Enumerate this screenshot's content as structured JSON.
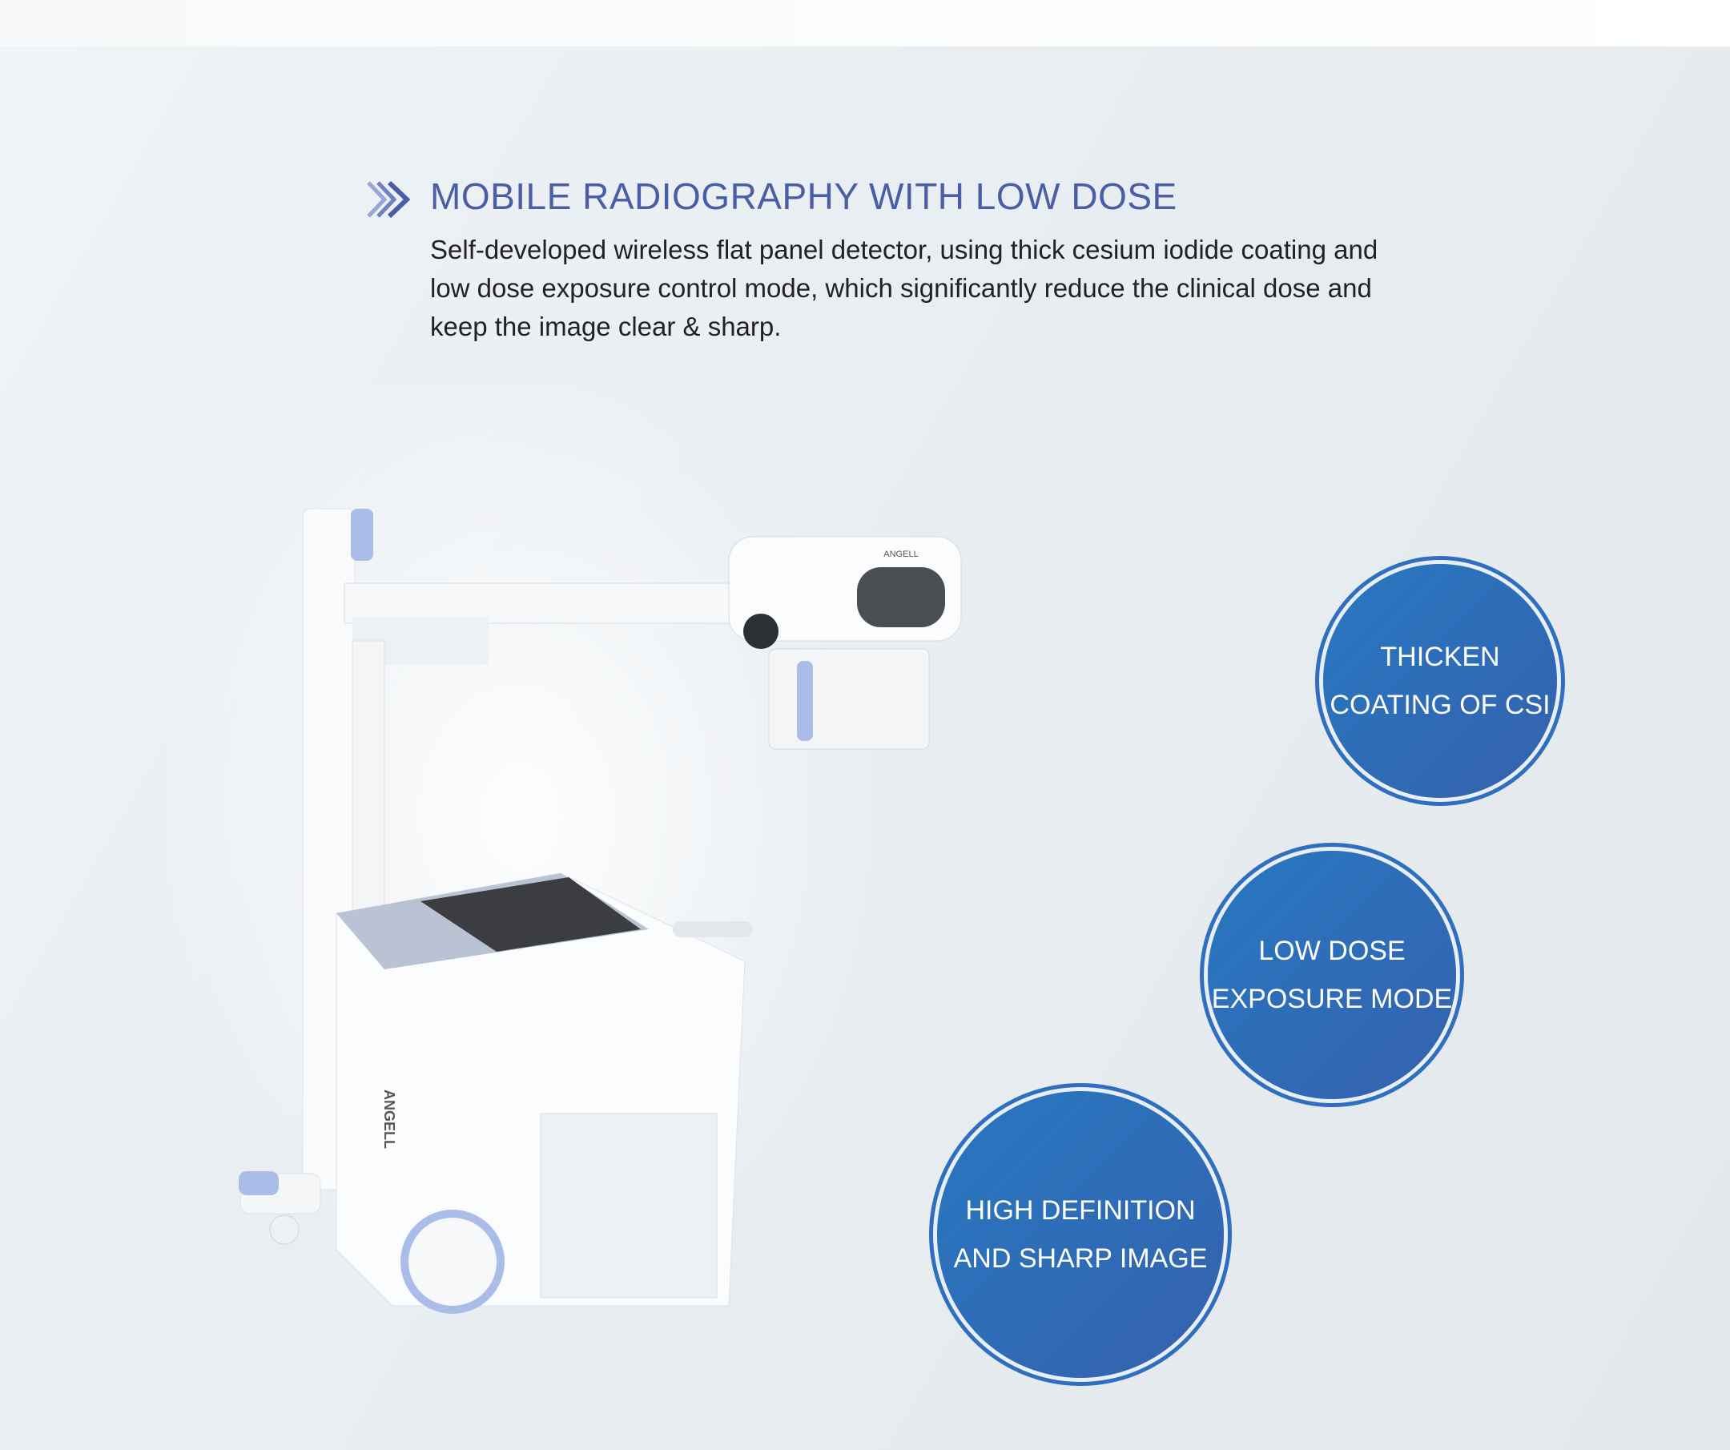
{
  "header": {
    "title": "MOBILE RADIOGRAPHY WITH LOW DOSE",
    "icon": "double-chevron-right-icon"
  },
  "description": {
    "lines": [
      "Self-developed wireless flat panel detector, using thick cesium iodide coating and",
      "low dose exposure control mode, which significantly reduce the clinical dose and",
      "keep the image clear & sharp."
    ]
  },
  "product": {
    "brand": "ANGELL"
  },
  "features": [
    {
      "line1": "THICKEN",
      "line2": "COATING OF CSI"
    },
    {
      "line1": "LOW DOSE",
      "line2": "EXPOSURE MODE"
    },
    {
      "line1": "HIGH DEFINITION",
      "line2": "AND SHARP IMAGE"
    }
  ],
  "colors": {
    "accent": "#4a5ea8",
    "bubble_start": "#2878c2",
    "bubble_end": "#3561ad"
  }
}
